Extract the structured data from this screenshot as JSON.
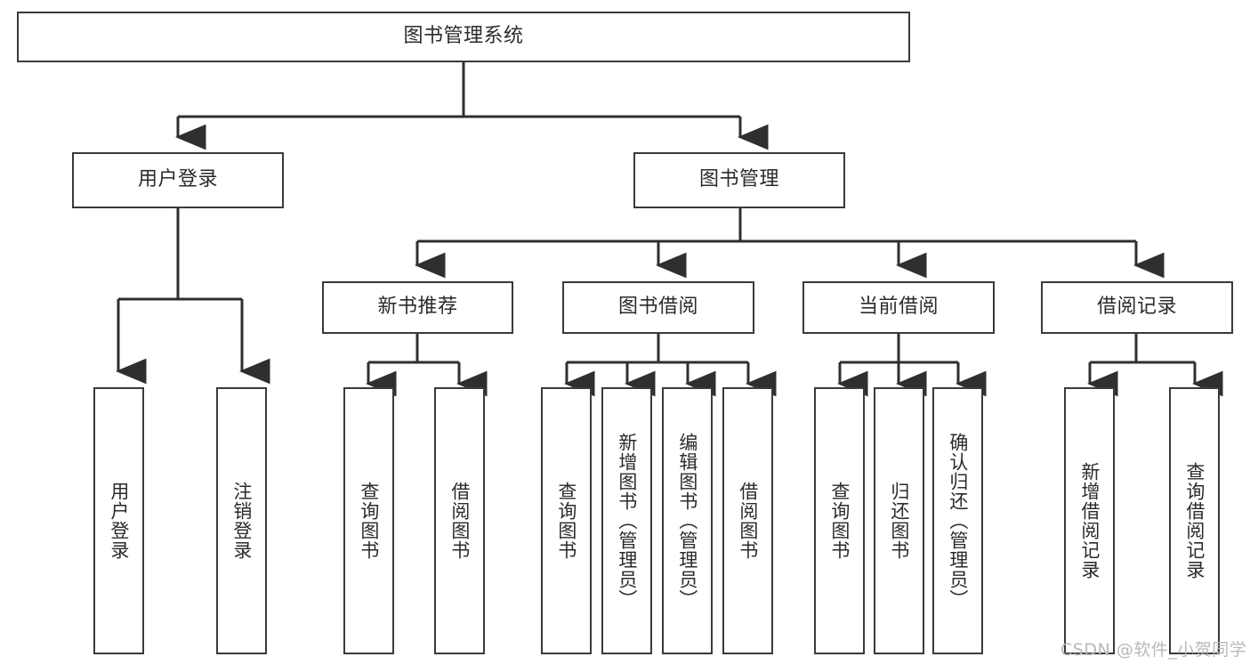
{
  "diagram": {
    "title_node": {
      "label": "图书管理系统"
    },
    "level1": [
      {
        "label": "用户登录"
      },
      {
        "label": "图书管理"
      }
    ],
    "level2": [
      {
        "label": "新书推荐"
      },
      {
        "label": "图书借阅"
      },
      {
        "label": "当前借阅"
      },
      {
        "label": "借阅记录"
      }
    ],
    "leaves": {
      "user_login": [
        {
          "label": "用户登录"
        },
        {
          "label": "注销登录"
        }
      ],
      "new_book_recommend": [
        {
          "label": "查询图书"
        },
        {
          "label": "借阅图书"
        }
      ],
      "book_borrow": [
        {
          "label": "查询图书"
        },
        {
          "label": "新增图书（管理员）"
        },
        {
          "label": "编辑图书（管理员）"
        },
        {
          "label": "借阅图书"
        }
      ],
      "current_borrow": [
        {
          "label": "查询图书"
        },
        {
          "label": "归还图书"
        },
        {
          "label": "确认归还（管理员）"
        }
      ],
      "borrow_records": [
        {
          "label": "新增借阅记录"
        },
        {
          "label": "查询借阅记录"
        }
      ]
    }
  },
  "watermark": {
    "text": "CSDN @软件_小贺同学"
  },
  "colors": {
    "box_border": "#3a3a3a",
    "box_fill": "#ffffff",
    "text": "#2b2b2b",
    "connector": "#2f2f2f",
    "watermark": "#b9b9b9"
  }
}
